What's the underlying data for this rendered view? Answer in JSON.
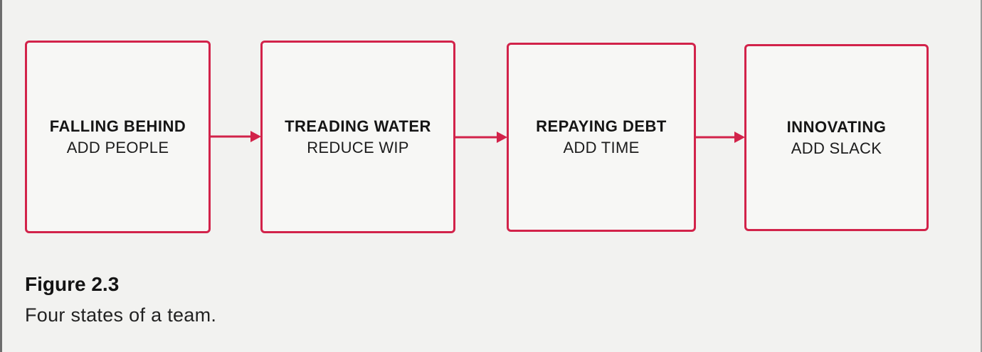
{
  "diagram": {
    "accent_color": "#d2234a",
    "states": [
      {
        "title": "FALLING BEHIND",
        "action": "ADD PEOPLE"
      },
      {
        "title": "TREADING WATER",
        "action": "REDUCE WIP"
      },
      {
        "title": "REPAYING DEBT",
        "action": "ADD TIME"
      },
      {
        "title": "INNOVATING",
        "action": "ADD SLACK"
      }
    ],
    "arrows": [
      {
        "from": "FALLING BEHIND",
        "to": "TREADING WATER"
      },
      {
        "from": "TREADING WATER",
        "to": "REPAYING DEBT"
      },
      {
        "from": "REPAYING DEBT",
        "to": "INNOVATING"
      }
    ]
  },
  "figure": {
    "label": "Figure 2.3",
    "caption": "Four states of a team."
  }
}
